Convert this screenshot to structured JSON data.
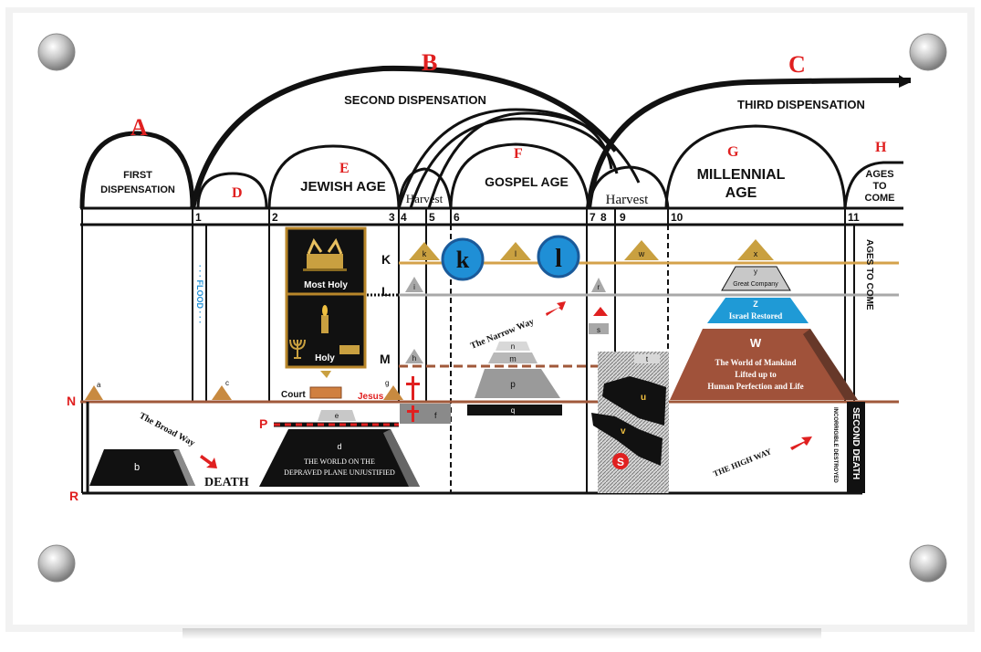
{
  "sections": {
    "A": "A",
    "B": "B",
    "C": "C",
    "D": "D",
    "E": "E",
    "F": "F",
    "G": "G",
    "H": "H"
  },
  "dispensations": {
    "first_line1": "FIRST",
    "first_line2": "DISPENSATION",
    "second": "SECOND DISPENSATION",
    "third": "THIRD DISPENSATION"
  },
  "ages": {
    "jewish": "JEWISH AGE",
    "gospel": "GOSPEL AGE",
    "millennial_line1": "MILLENNIAL",
    "millennial_line2": "AGE",
    "ages_to_come_line1": "AGES",
    "ages_to_come_line2": "TO",
    "ages_to_come_line3": "COME",
    "harvest": "Harvest",
    "harvest2": "Harvest"
  },
  "markers": [
    "1",
    "2",
    "3",
    "4",
    "5",
    "6",
    "7",
    "8",
    "9",
    "10",
    "11"
  ],
  "planes": {
    "K": "K",
    "L": "L",
    "M": "M",
    "N": "N",
    "P": "P",
    "R": "R",
    "S": "S"
  },
  "tabernacle": {
    "most_holy": "Most Holy",
    "holy": "Holy",
    "court": "Court",
    "jesus": "Jesus"
  },
  "flood": "· · · FLOOD · · ·",
  "small_letters": {
    "a": "a",
    "b": "b",
    "c": "c",
    "d": "d",
    "e": "e",
    "f": "f",
    "g": "g",
    "h": "h",
    "i": "i",
    "k": "k",
    "l": "l",
    "m": "m",
    "n": "n",
    "p": "p",
    "q": "q",
    "r": "r",
    "s": "s",
    "t": "t",
    "u": "u",
    "v": "v",
    "w": "w",
    "x": "x",
    "y": "y",
    "z": "Z",
    "W": "W",
    "K_big": "k",
    "L_big": "l"
  },
  "paths": {
    "broad_way": "The Broad Way",
    "narrow_way": "The Narrow Way",
    "high_way": "THE HIGH WAY",
    "death": "DEATH",
    "second_death": "SECOND DEATH",
    "incorrigible": "INCORRIGIBLE DESTROYED"
  },
  "world_d": {
    "line1": "THE WORLD ON THE",
    "line2": "DEPRAVED PLANE UNJUSTIFIED"
  },
  "pyramid": {
    "great_company": "Great Company",
    "israel_restored": "Israel Restored",
    "w_line1": "The World of Mankind",
    "w_line2": "Lifted up to",
    "w_line3": "Human Perfection and Life"
  },
  "right_edge": "AGES TO COME",
  "colors": {
    "frame": "#e9e9e9",
    "line": "#111111",
    "red": "#e02020",
    "plane_k": "#d4a24a",
    "plane_l": "#a8a8a8",
    "plane_n": "#a0583a",
    "gold": "#c9a040",
    "brown_pyramid": "#a0523a",
    "blue": "#1f8fd6",
    "dark_blue": "#1a5a9a"
  }
}
